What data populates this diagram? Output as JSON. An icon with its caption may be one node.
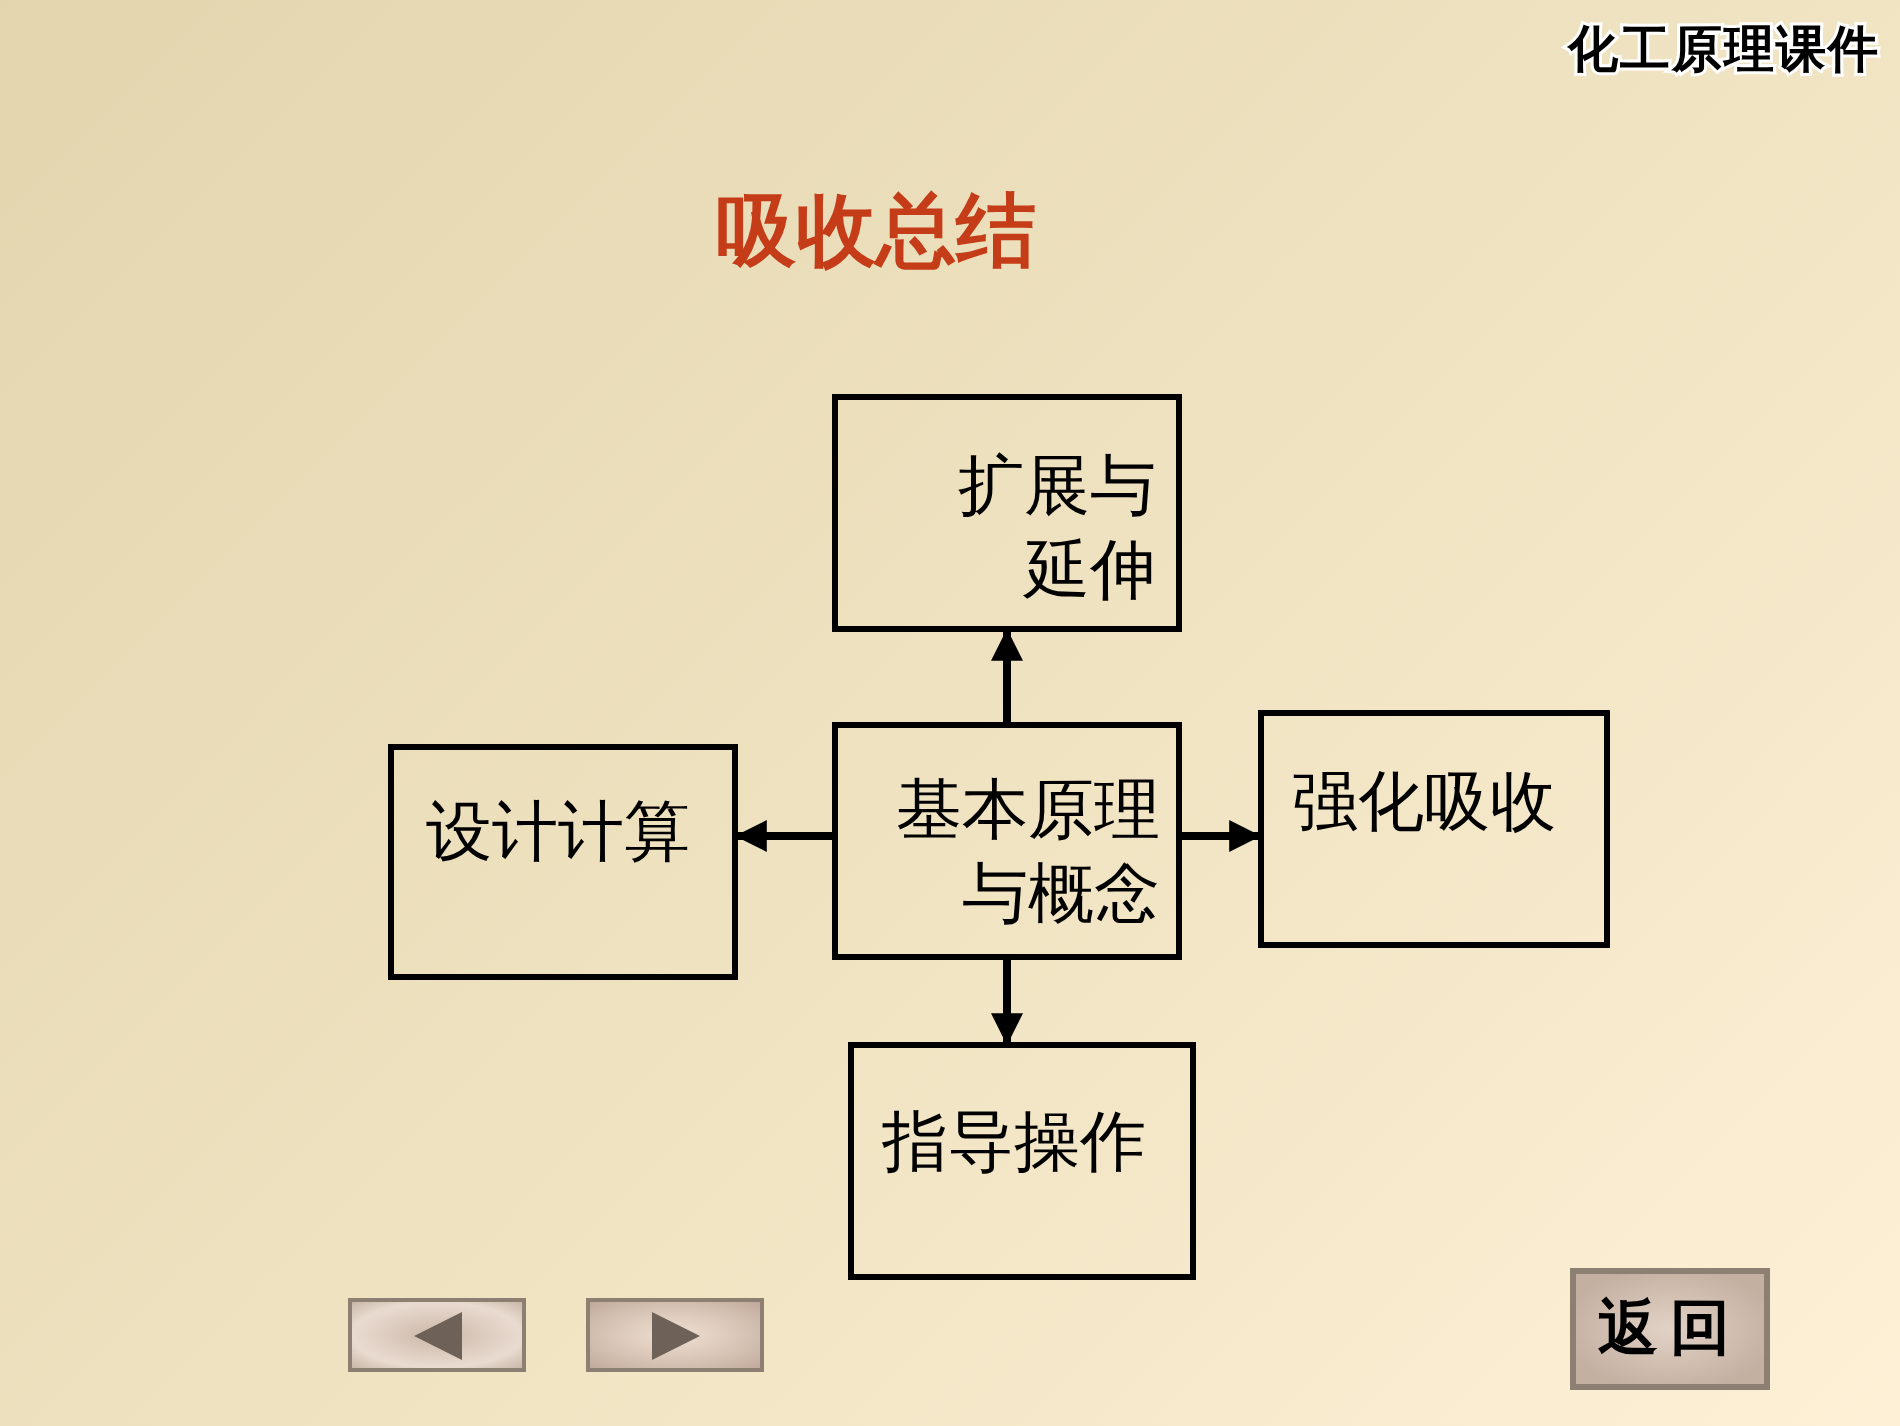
{
  "diagram": {
    "title": "吸收总结",
    "nodes": [
      {
        "text": [
          "扩展与延伸"
        ]
      },
      {
        "text": [
          "设计计算"
        ]
      },
      {
        "text": [
          "基本原理与概念"
        ]
      },
      {
        "text": [
          "强化吸收"
        ]
      },
      {
        "text": [
          "指导操作"
        ]
      }
    ],
    "edges": [
      {
        "from": 2,
        "to": 0,
        "arrow": "to"
      },
      {
        "from": 2,
        "to": 1,
        "arrow": "to"
      },
      {
        "from": 2,
        "to": 3,
        "arrow": "to"
      },
      {
        "from": 2,
        "to": 4,
        "arrow": "to"
      }
    ],
    "labels": [
      "化工原理课件",
      "返回"
    ]
  }
}
